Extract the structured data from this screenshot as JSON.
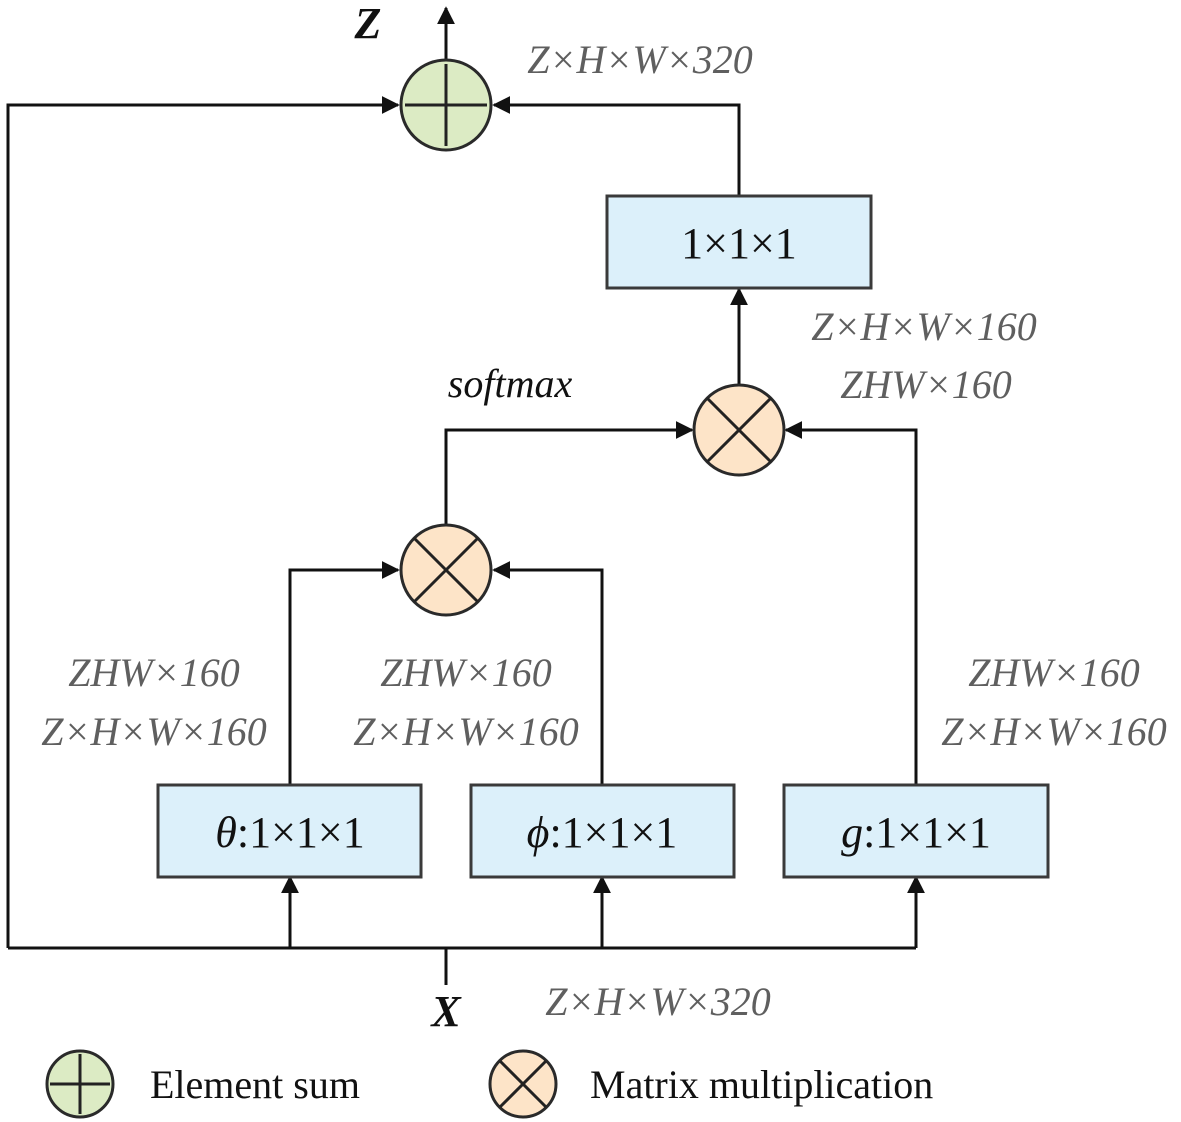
{
  "diagram": {
    "output_label": "Z",
    "input_label": "X",
    "output_dim": "Z×H×W×320",
    "input_dim": "Z×H×W×320",
    "top_conv": "1×1×1",
    "top_mul_dims": [
      "Z×H×W×160",
      "ZHW×160"
    ],
    "softmax_label": "softmax",
    "branches": [
      {
        "symbol": "θ",
        "kernel": ":1×1×1",
        "dims": [
          "ZHW×160",
          "Z×H×W×160"
        ]
      },
      {
        "symbol": "ϕ",
        "kernel": ":1×1×1",
        "dims": [
          "ZHW×160",
          "Z×H×W×160"
        ]
      },
      {
        "symbol": "g",
        "kernel": ":1×1×1",
        "dims": [
          "ZHW×160",
          "Z×H×W×160"
        ]
      }
    ],
    "colors": {
      "sum_node": "#dcebc4",
      "mul_node": "#fde4c8",
      "conv_box": "#dcf0fa"
    }
  },
  "legend": {
    "sum_label": "Element sum",
    "mul_label": "Matrix multiplication"
  }
}
